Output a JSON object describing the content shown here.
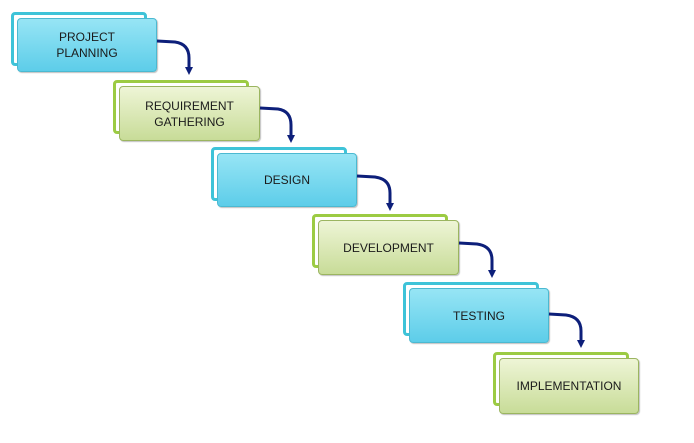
{
  "diagram": {
    "stages": [
      {
        "label": "PROJECT\nPLANNING",
        "style": "blue"
      },
      {
        "label": "REQUIREMENT\nGATHERING",
        "style": "green"
      },
      {
        "label": "DESIGN",
        "style": "blue"
      },
      {
        "label": "DEVELOPMENT",
        "style": "green"
      },
      {
        "label": "TESTING",
        "style": "blue"
      },
      {
        "label": "IMPLEMENTATION",
        "style": "green"
      }
    ],
    "colors": {
      "blue_border": "#3ec3d8",
      "blue_fill": "#6fd4ec",
      "green_border": "#9ccb43",
      "green_fill": "#d9e8b5",
      "arrow": "#0d1f7a"
    }
  }
}
